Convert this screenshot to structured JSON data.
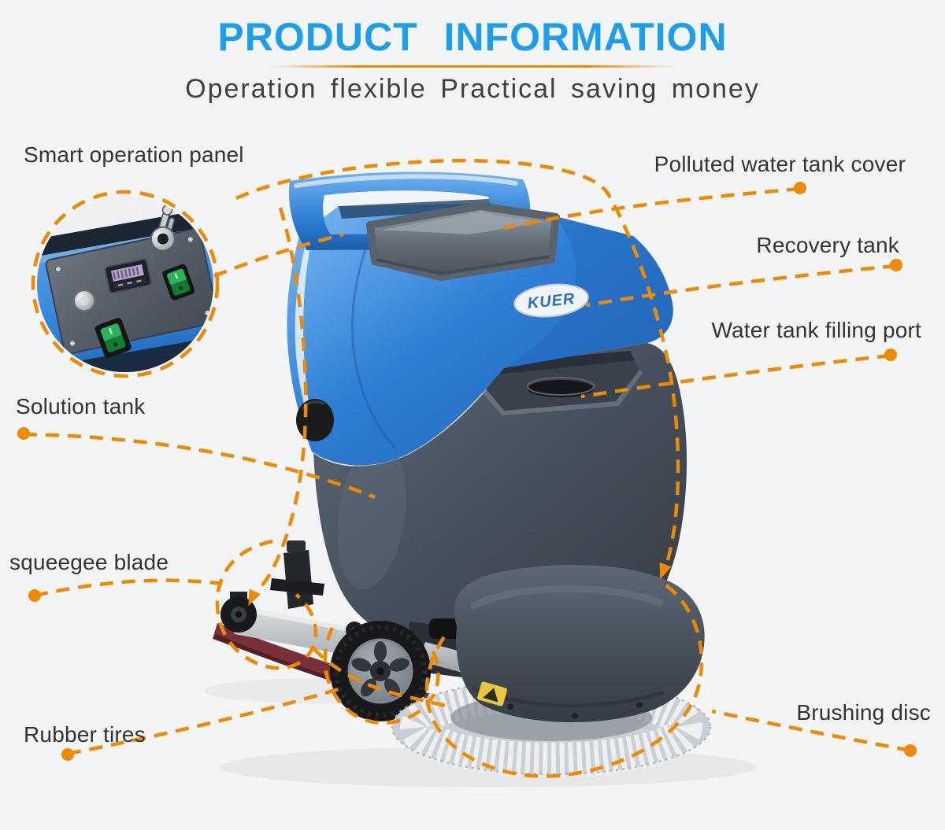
{
  "header": {
    "title": "PRODUCT INFORMATION",
    "subtitle": "Operation flexible Practical saving money"
  },
  "product": {
    "brand_logo": "KUER"
  },
  "callouts": {
    "smart_operation_panel": "Smart operation panel",
    "polluted_water_tank_cover": "Polluted water tank cover",
    "recovery_tank": "Recovery tank",
    "water_tank_filling_port": "Water tank filling port",
    "solution_tank": "Solution tank",
    "squeegee_blade": "squeegee blade",
    "rubber_tires": "Rubber tires",
    "brushing_disc": "Brushing disc"
  },
  "colors": {
    "title_blue": "#1b9df0",
    "accent_orange": "#ed8a00",
    "label_text": "#333333",
    "background": "#f3f4f5",
    "machine_blue": "#2e7fd6",
    "machine_dark_gray": "#49535f"
  }
}
